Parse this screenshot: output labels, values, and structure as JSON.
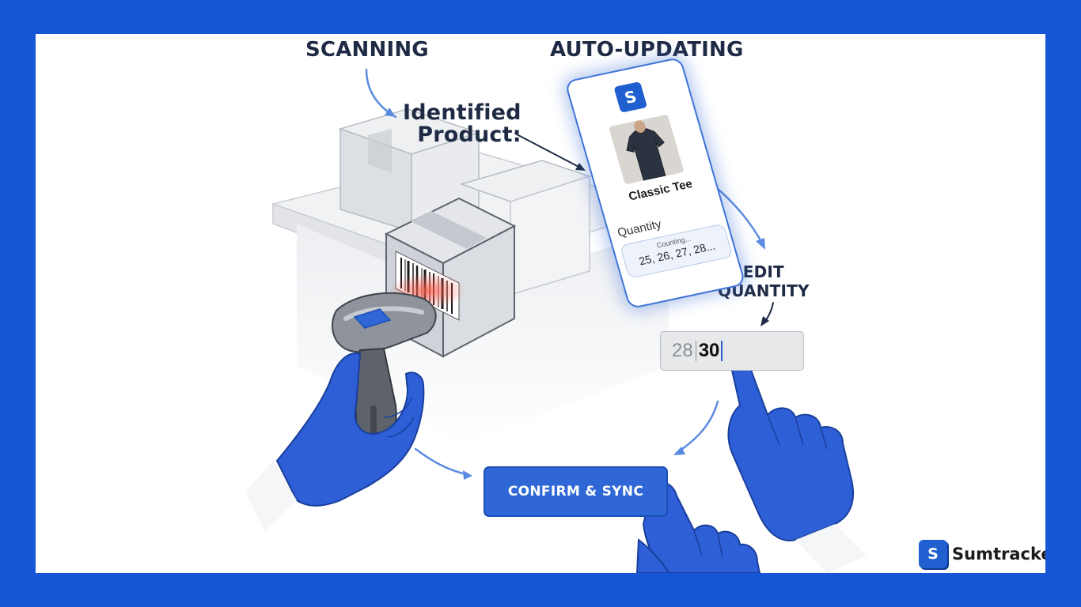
{
  "labels": {
    "scanning": "SCANNING",
    "auto_updating": "AUTO-UPDATING",
    "identified_line1": "Identified",
    "identified_line2": "Product:",
    "edit_line1": "EDIT",
    "edit_line2": "QUANTITY"
  },
  "card": {
    "logo_letter": "S",
    "product_name": "Classic Tee",
    "quantity_label": "Quantity",
    "counting_label": "Counting...",
    "counting_values": "25, 26, 27, 28..."
  },
  "quantity_field": {
    "previous_value": "28",
    "new_value": "30"
  },
  "confirm_button": {
    "label": "CONFIRM & SYNC"
  },
  "brand": {
    "logo_letter": "S",
    "name": "Sumtracker"
  },
  "colors": {
    "frame": "#1656d6",
    "accent": "#2f68d6",
    "glove": "#2f5fd6",
    "text_dark": "#1f2a44"
  },
  "icons": [
    "barcode-icon",
    "scanner-icon",
    "glove-hand-icon",
    "t-shirt-icon",
    "arrow-icon"
  ]
}
